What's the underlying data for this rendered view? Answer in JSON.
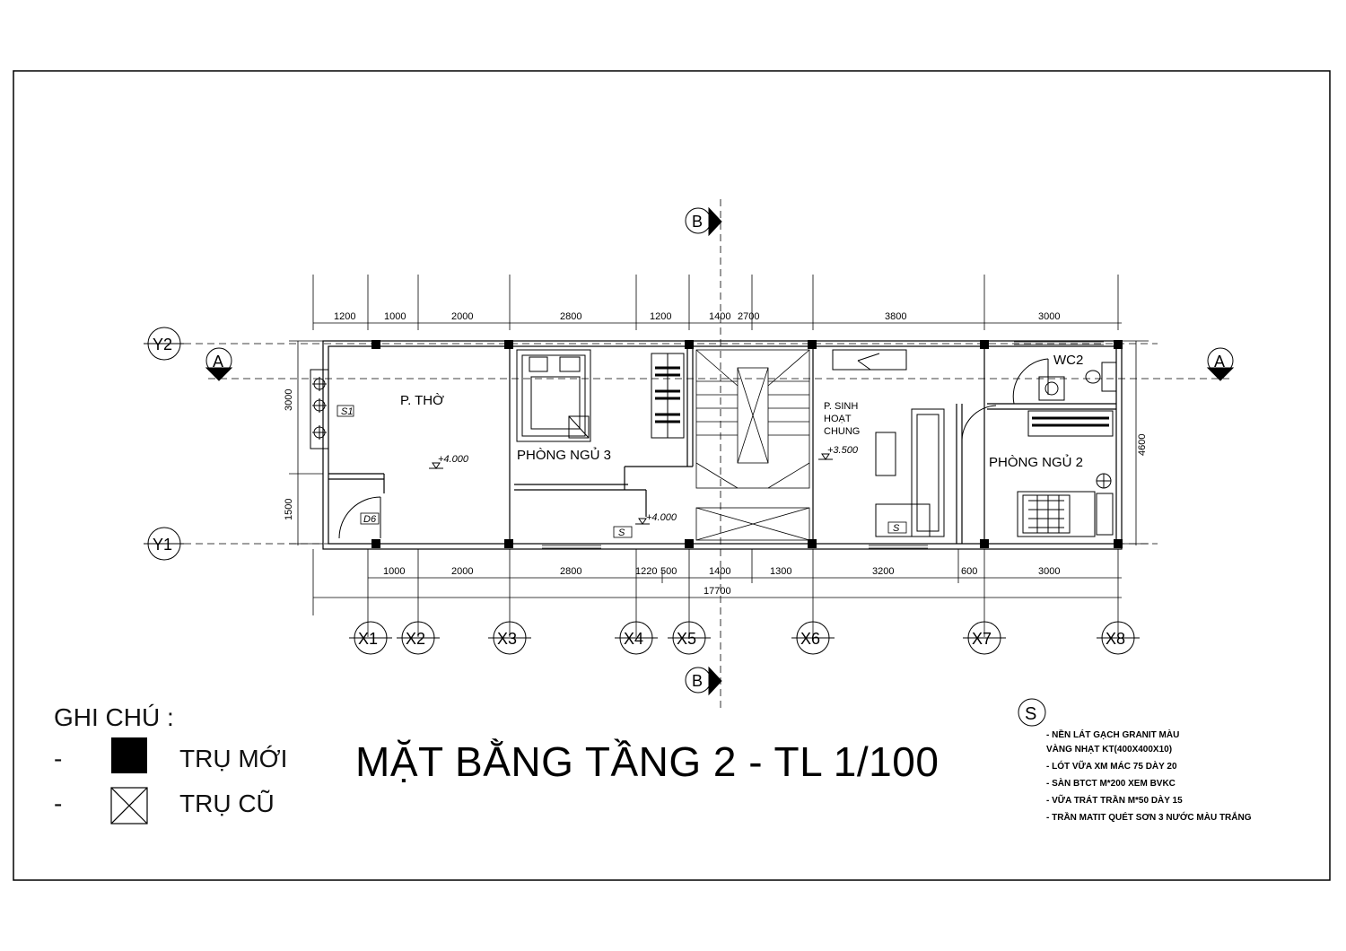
{
  "title": "MẶT BẰNG TẦNG 2  - TL 1/100",
  "legend": {
    "heading": "GHI CHÚ :",
    "items": [
      {
        "dash": "-",
        "label": "TRỤ MỚI",
        "symbol": "solid-square"
      },
      {
        "dash": "-",
        "label": "TRỤ CŨ",
        "symbol": "crossed-square"
      }
    ]
  },
  "axes": {
    "x": [
      "X1",
      "X2",
      "X3",
      "X4",
      "X5",
      "X6",
      "X7",
      "X8"
    ],
    "y": [
      "Y2",
      "Y1"
    ],
    "sections": {
      "a": "A",
      "b": "B"
    }
  },
  "dimensions": {
    "top": [
      "1200",
      "1000",
      "2000",
      "2800",
      "1200",
      "1400",
      "2700",
      "3800",
      "3000"
    ],
    "bottom": [
      "1000",
      "2000",
      "2800",
      "1220",
      "500",
      "1400",
      "1300",
      "3200",
      "600",
      "3000"
    ],
    "total": "17700",
    "left": [
      "3000",
      "1500"
    ],
    "right": "4600"
  },
  "rooms": {
    "tho": "P. THỜ",
    "ngu3": "PHÒNG NGỦ 3",
    "sinh_hoat": [
      "P. SINH",
      "HOẠT",
      "CHUNG"
    ],
    "ngu2": "PHÒNG NGỦ 2",
    "wc2": "WC2"
  },
  "levels": {
    "tho": "+4.000",
    "hall": "+4.000",
    "sinh_hoat": "+3.500"
  },
  "tags": {
    "s1": "S1",
    "d6": "D6",
    "s": "S"
  },
  "finish_note": {
    "symbol": "S",
    "lines": [
      "-  NỀN  LÁT  GẠCH GRANIT MÀU",
      "VÀNG NHẠT  KT(400X400X10)",
      "- LÓT VỮA XM MÁC 75 DÀY 20",
      "- SÀN BTCT M*200 XEM BVKC",
      "- VỮA TRÁT TRẦN M*50 DÀY 15",
      "- TRẦN MATIT QUÉT SƠN 3 NƯỚC MÀU TRẮNG"
    ]
  }
}
